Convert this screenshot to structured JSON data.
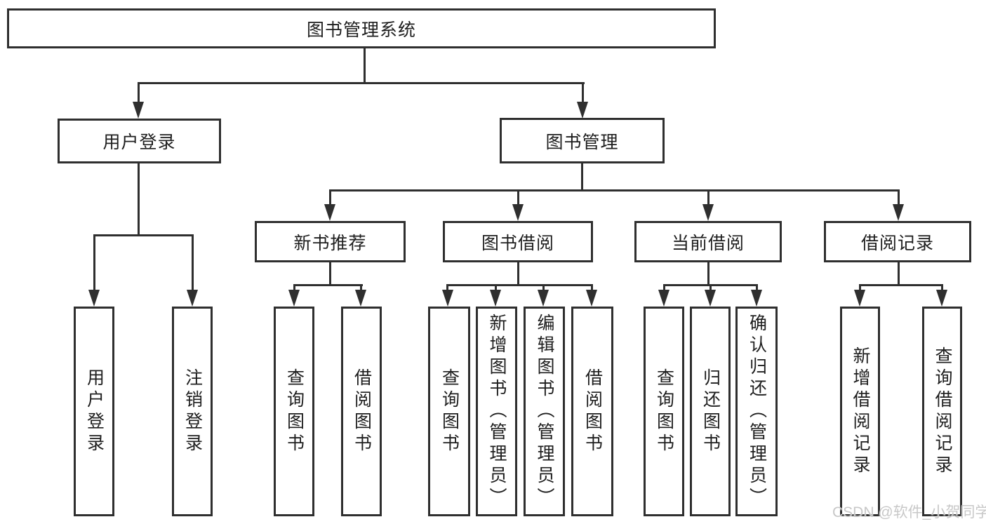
{
  "tree": {
    "root": {
      "label": "图书管理系统",
      "children": [
        {
          "label": "用户登录",
          "children": [
            {
              "label": "用户登录"
            },
            {
              "label": "注销登录"
            }
          ]
        },
        {
          "label": "图书管理",
          "children": [
            {
              "label": "新书推荐",
              "children": [
                {
                  "label": "查询图书"
                },
                {
                  "label": "借阅图书"
                }
              ]
            },
            {
              "label": "图书借阅",
              "children": [
                {
                  "label": "查询图书"
                },
                {
                  "label": "新增图书（管理员）"
                },
                {
                  "label": "编辑图书（管理员）"
                },
                {
                  "label": "借阅图书"
                }
              ]
            },
            {
              "label": "当前借阅",
              "children": [
                {
                  "label": "查询图书"
                },
                {
                  "label": "归还图书"
                },
                {
                  "label": "确认归还（管理员）"
                }
              ]
            },
            {
              "label": "借阅记录",
              "children": [
                {
                  "label": "新增借阅记录"
                },
                {
                  "label": "查询借阅记录"
                }
              ]
            }
          ]
        }
      ]
    }
  },
  "watermark": {
    "text": "CSDN @软件_小贺同学"
  },
  "colors": {
    "line": "#2f2f2f",
    "text": "#1e1e1e",
    "watermark": "#c8c8c8",
    "background": "#ffffff"
  }
}
